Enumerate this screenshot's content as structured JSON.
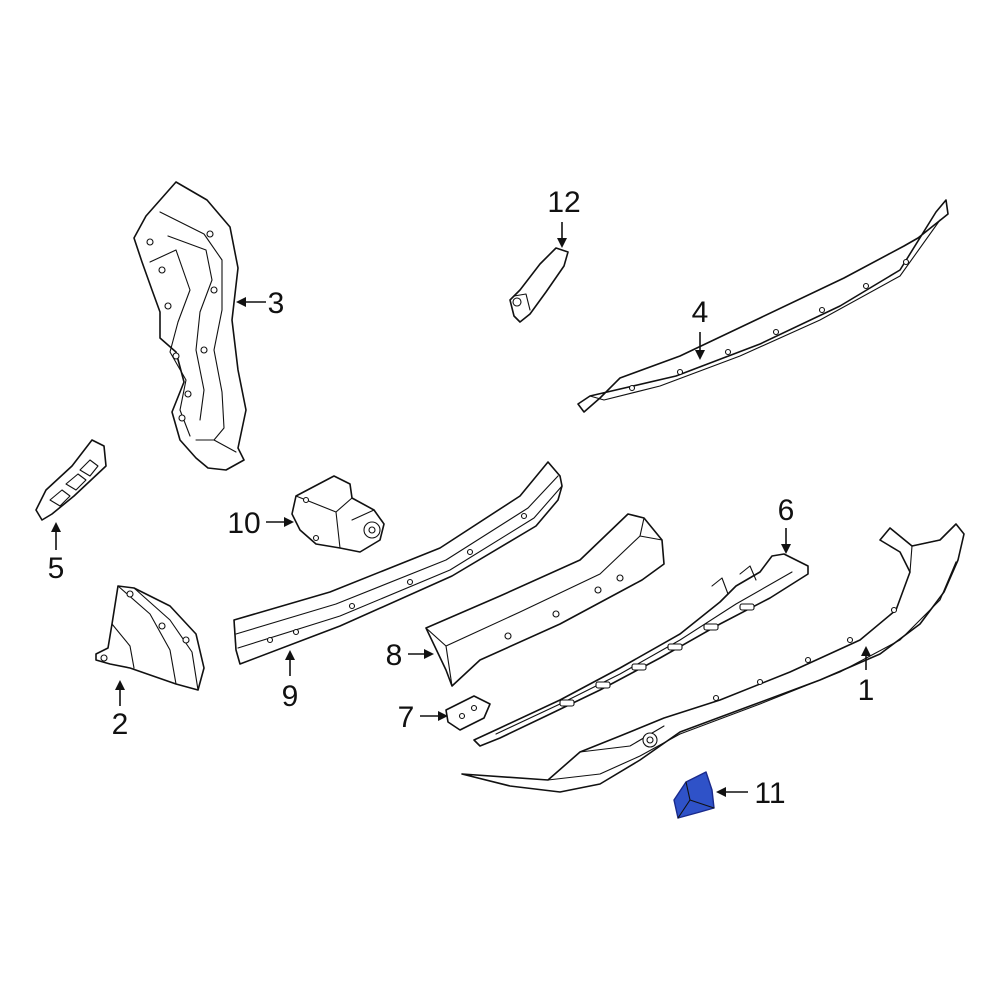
{
  "callouts": {
    "c1": "1",
    "c2": "2",
    "c3": "3",
    "c4": "4",
    "c5": "5",
    "c6": "6",
    "c7": "7",
    "c8": "8",
    "c9": "9",
    "c10": "10",
    "c11": "11",
    "c12": "12"
  },
  "highlighted_part": "11",
  "colors": {
    "line": "#111111",
    "background": "#ffffff",
    "highlight_fill": "#2f52c8",
    "highlight_stroke": "#1a2a8c"
  }
}
